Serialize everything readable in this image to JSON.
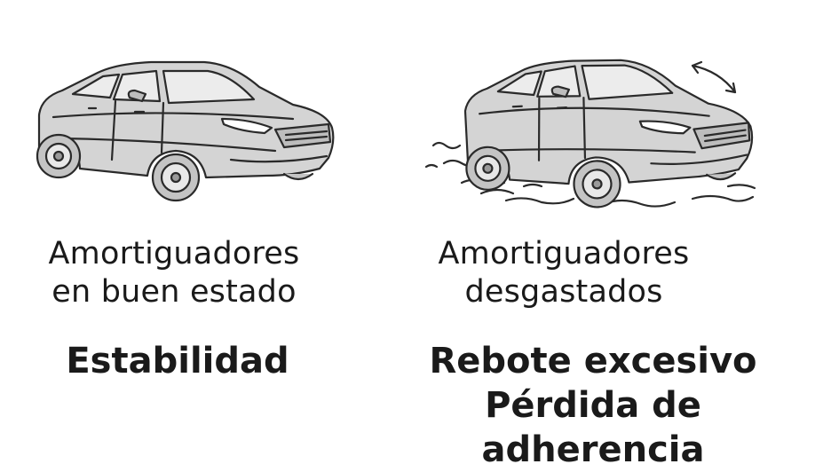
{
  "left": {
    "caption_line1": "Amortiguadores",
    "caption_line2": "en buen estado",
    "effect_line1": "Estabilidad",
    "car_icon": "car-icon",
    "state": "stable"
  },
  "right": {
    "caption_line1": "Amortiguadores",
    "caption_line2": "desgastados",
    "effect_line1": "Rebote excesivo",
    "effect_line2": "Pérdida de adherencia",
    "car_icon": "car-icon",
    "motion_icon": "bounce-arrow-icon",
    "state": "bouncing"
  },
  "colors": {
    "car_body": "#d4d4d4",
    "car_outline": "#2a2a2a",
    "glass": "#ececec",
    "text": "#1a1a1a"
  }
}
